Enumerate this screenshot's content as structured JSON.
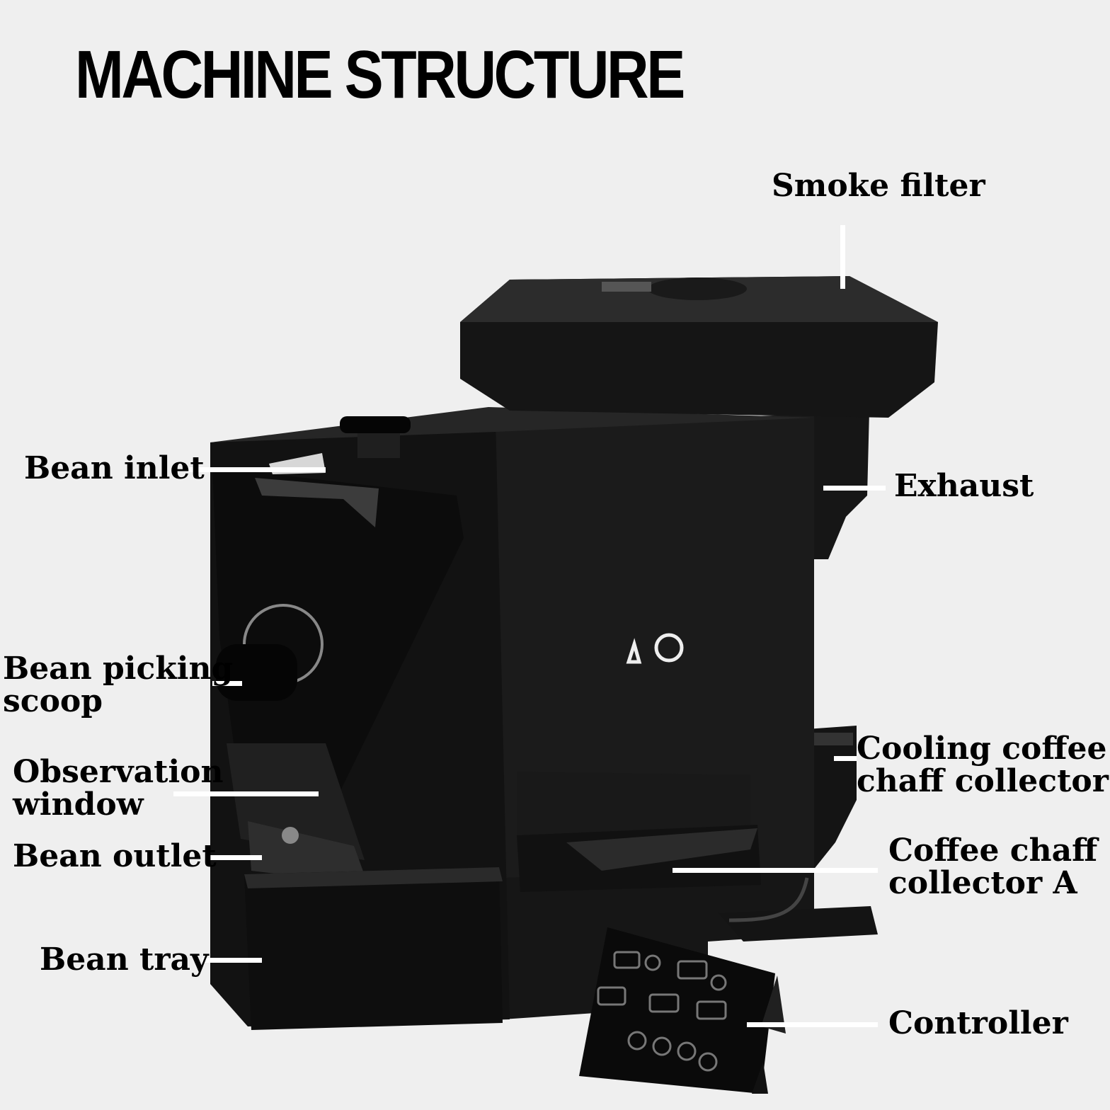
{
  "title": "MACHINE STRUCTURE",
  "labels": {
    "smoke_filter": "Smoke filter",
    "bean_inlet": "Bean inlet",
    "exhaust": "Exhaust",
    "bean_picking_scoop_1": "Bean picking",
    "bean_picking_scoop_2": "scoop",
    "observation_window_1": "Observation",
    "observation_window_2": "window",
    "bean_outlet": "Bean outlet",
    "bean_tray": "Bean tray",
    "cooling_chaff_1": "Cooling coffee",
    "cooling_chaff_2": "chaff collector B",
    "chaff_a_1": "Coffee chaff",
    "chaff_a_2": "collector A",
    "controller": "Controller"
  },
  "colors": {
    "background": "#efefef",
    "machine": "#1a1a1a",
    "leader_line": "#ffffff"
  }
}
